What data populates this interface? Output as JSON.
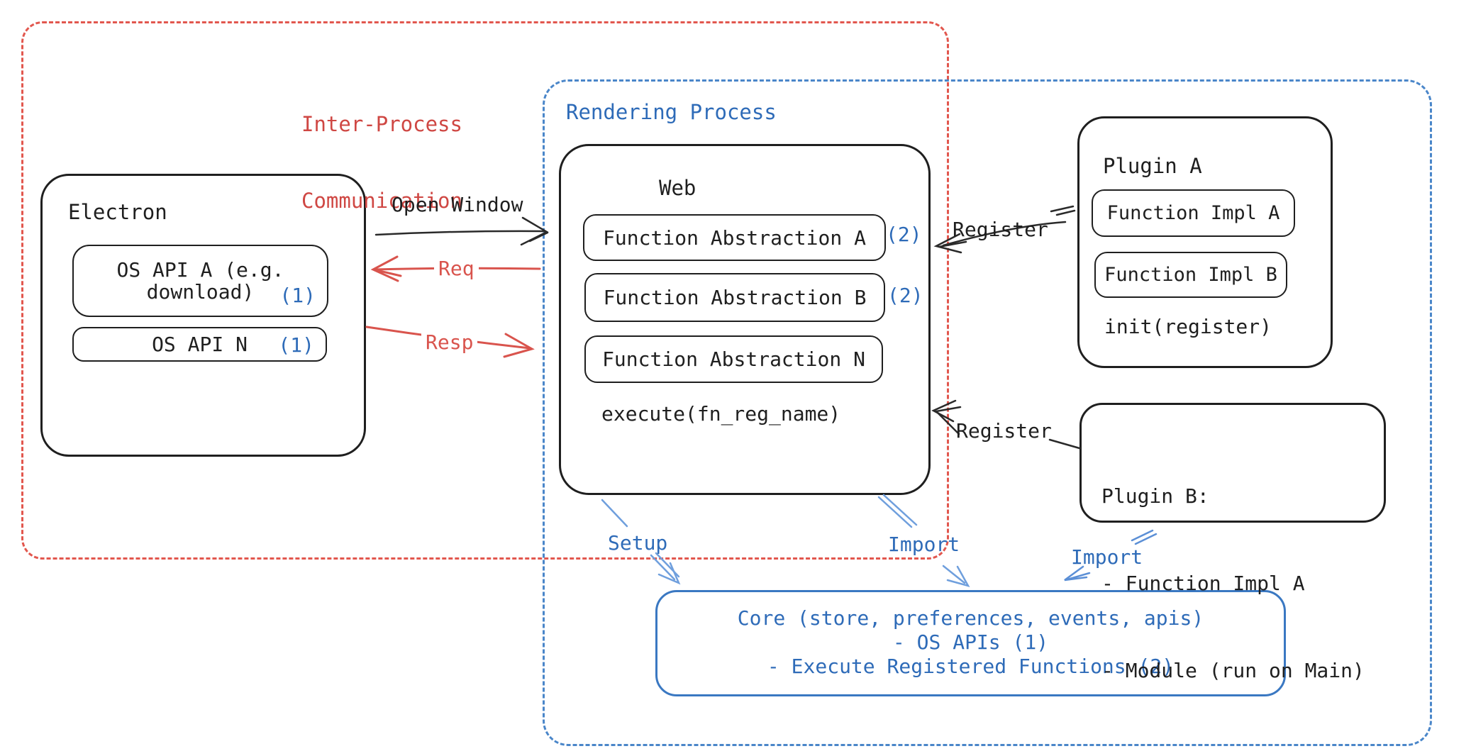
{
  "ipc": {
    "line1": "Inter-Process",
    "line2": "Communication"
  },
  "rendering": {
    "label": "Rendering Process"
  },
  "electron": {
    "title": "Electron",
    "os_api_a_line1": "OS API A (e.g.",
    "os_api_a_line2": "download)",
    "os_api_a_ref": "(1)",
    "os_api_n_label": "OS API N",
    "os_api_n_ref": "(1)"
  },
  "web": {
    "title": "Web",
    "items": [
      {
        "label": "Function Abstraction A",
        "ref": "(2)"
      },
      {
        "label": "Function Abstraction B",
        "ref": "(2)"
      },
      {
        "label": "Function Abstraction N",
        "ref": ""
      }
    ],
    "footer": "execute(fn_reg_name)"
  },
  "plugin_a": {
    "title": "Plugin A",
    "impl_a": "Function Impl A",
    "impl_b": "Function Impl B",
    "footer": "init(register)"
  },
  "plugin_b": {
    "title": "Plugin B:",
    "line1": "- Function Impl A",
    "line2": "- Module (run on Main)"
  },
  "core": {
    "line1": "Core (store, preferences, events, apis)",
    "line2": "- OS APIs (1)",
    "line3": "- Execute Registered Functions (2)"
  },
  "arrows": {
    "open_window": "Open Window",
    "req": "Req",
    "resp": "Resp",
    "register_a": "Register",
    "register_b": "Register",
    "setup": "Setup",
    "import_web": "Import",
    "import_plugin": "Import"
  },
  "colors": {
    "red_text": "#cf4743",
    "red_dash": "#e2574e",
    "red_arrow": "#d9544d",
    "blue_text": "#2e6bb8",
    "blue_dash": "#4a86c9",
    "blue_arrow": "#6f9fdd",
    "black": "#1f1f1f"
  }
}
